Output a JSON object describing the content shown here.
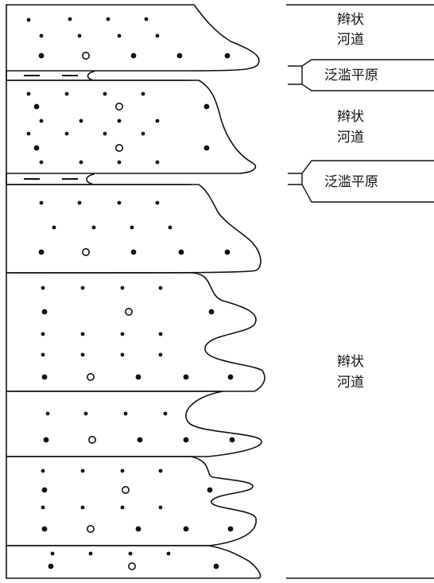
{
  "labels": {
    "braided_channel_upper": [
      "辫状",
      "河道"
    ],
    "floodplain_upper": "泛滥平原",
    "braided_channel_middle": [
      "辫状",
      "河道"
    ],
    "floodplain_lower": "泛滥平原",
    "braided_channel_lower": [
      "辫状",
      "河道"
    ]
  },
  "colors": {
    "ink": "#111111",
    "background": "#ffffff"
  }
}
